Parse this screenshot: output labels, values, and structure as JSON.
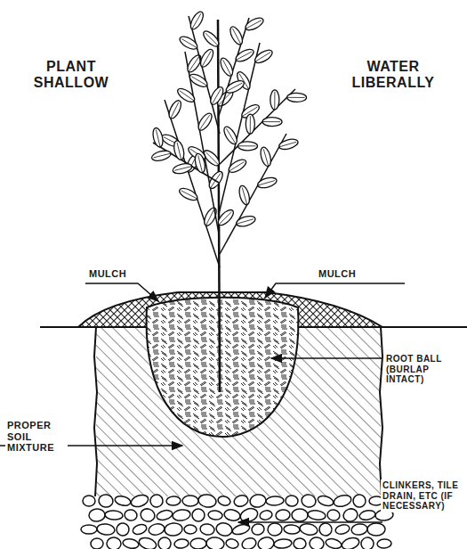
{
  "diagram": {
    "labels": [
      "PLANT SHALLOW",
      "WATER LIBERALLY",
      "MULCH",
      "MULCH",
      "ROOT BALL (BURLAP INTACT)",
      "PROPER SOIL MIXTURE",
      "CLINKERS, TILE DRAIN, ETC (IF NECESSARY)"
    ]
  }
}
